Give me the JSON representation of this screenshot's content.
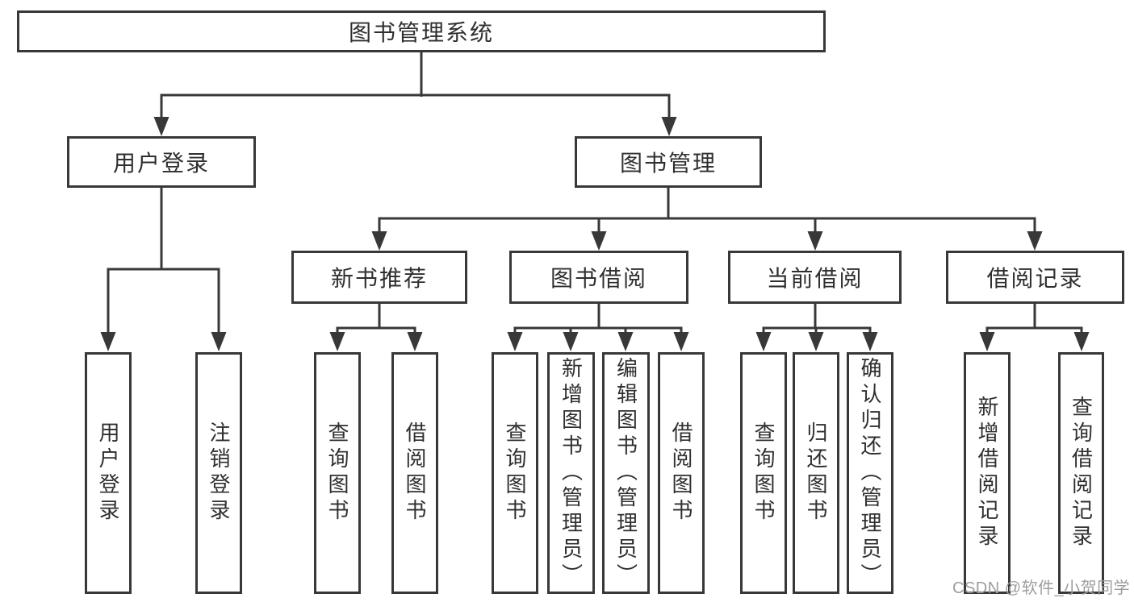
{
  "colors": {
    "line": "#383838",
    "box_border": "#383838",
    "box_fill": "#ffffff",
    "text": "#2f2f2f",
    "watermark": "#9d9d9d",
    "background": "#ffffff"
  },
  "tree": {
    "root": {
      "label": "图书管理系统"
    },
    "branches": [
      {
        "label": "用户登录",
        "children": [
          {
            "label": "用户登录"
          },
          {
            "label": "注销登录"
          }
        ]
      },
      {
        "label": "图书管理",
        "children": [
          {
            "label": "新书推荐",
            "children": [
              {
                "label": "查询图书"
              },
              {
                "label": "借阅图书"
              }
            ]
          },
          {
            "label": "图书借阅",
            "children": [
              {
                "label": "查询图书"
              },
              {
                "label": "新增图书（管理员）"
              },
              {
                "label": "编辑图书（管理员）"
              },
              {
                "label": "借阅图书"
              }
            ]
          },
          {
            "label": "当前借阅",
            "children": [
              {
                "label": "查询图书"
              },
              {
                "label": "归还图书"
              },
              {
                "label": "确认归还（管理员）"
              }
            ]
          },
          {
            "label": "借阅记录",
            "children": [
              {
                "label": "新增借阅记录"
              },
              {
                "label": "查询借阅记录"
              }
            ]
          }
        ]
      }
    ]
  },
  "watermark": {
    "text": "CSDN @软件_小贺同学"
  }
}
